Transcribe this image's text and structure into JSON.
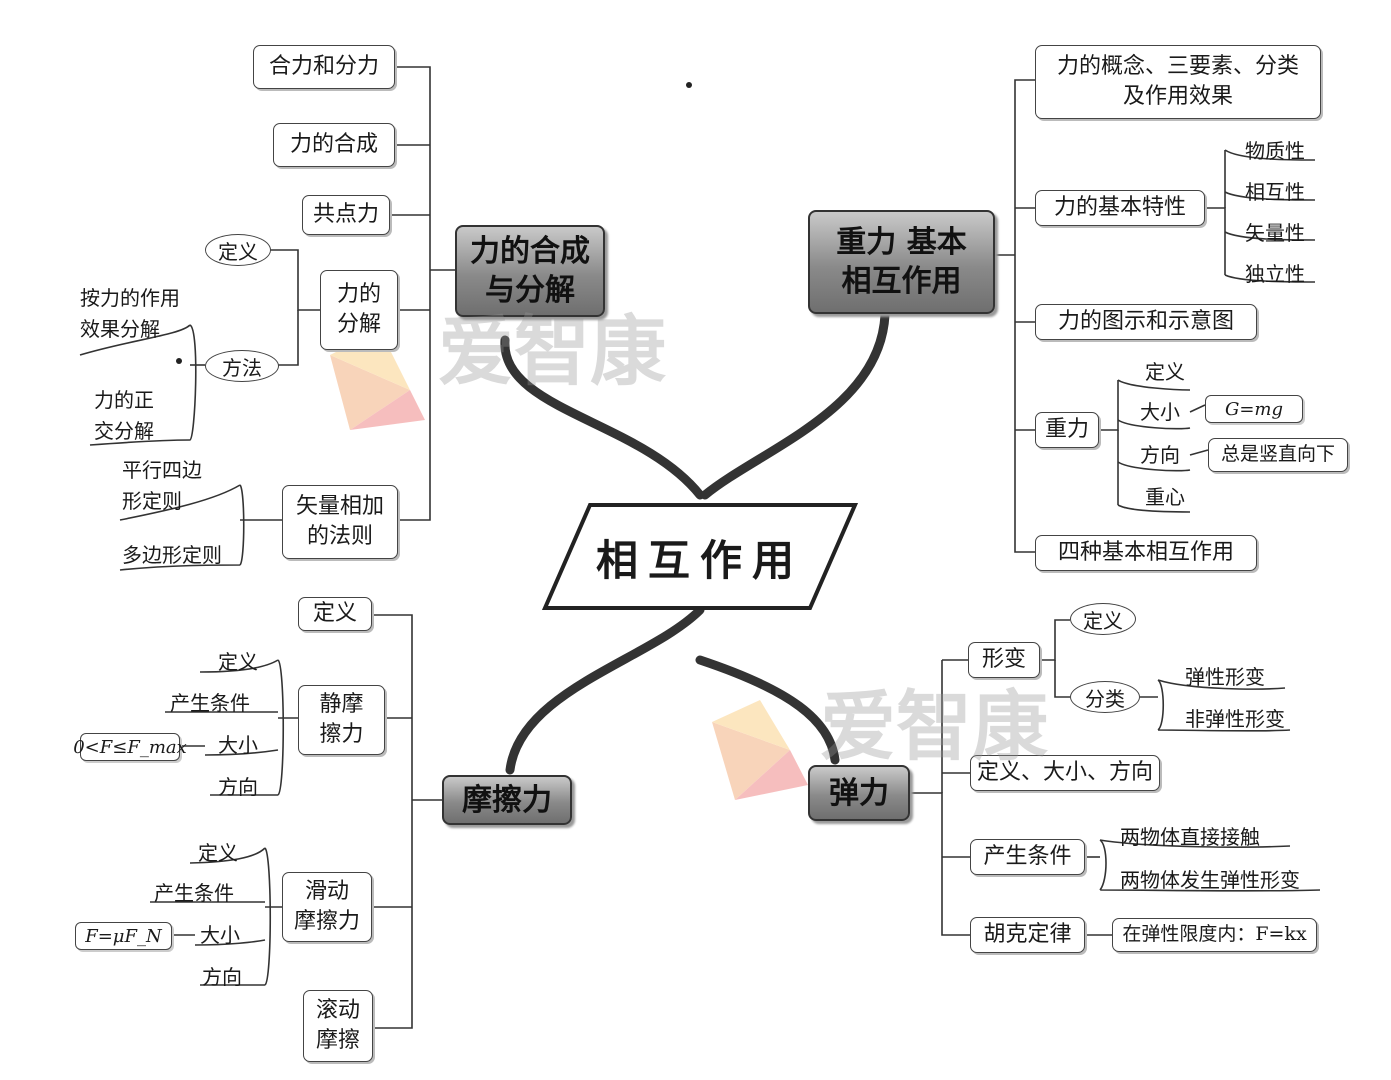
{
  "center": "相互作用",
  "hub_composition": "力的合成\n与分解",
  "hub_gravity": "重力  基本\n相互作用",
  "hub_friction": "摩擦力",
  "hub_elastic": "弹力",
  "composition": {
    "resultant": "合力和分力",
    "synthesis": "力的合成",
    "concurrent": "共点力",
    "decomposition": "力的\n分解",
    "def_oval": "定义",
    "method_oval": "方法",
    "method_a": "按力的作用\n效果分解",
    "method_b": "力的正\n交分解",
    "vector_rule": "矢量相加\n的法则",
    "rule_a": "平行四边\n形定则",
    "rule_b": "多边形定则"
  },
  "gravity": {
    "concept": "力的概念、三要素、分类\n及作用效果",
    "basic_props": "力的基本特性",
    "props": [
      "物质性",
      "相互性",
      "矢量性",
      "独立性"
    ],
    "diagram": "力的图示和示意图",
    "gravity": "重力",
    "g_def": "定义",
    "g_size": "大小",
    "g_formula": "G=mg",
    "g_dir": "方向",
    "g_dir_text": "总是竖直向下",
    "g_center": "重心",
    "four": "四种基本相互作用"
  },
  "friction": {
    "def": "定义",
    "static": "静摩\n擦力",
    "static_items": [
      "定义",
      "产生条件",
      "大小",
      "方向"
    ],
    "static_formula": "0<F≤F_max",
    "sliding": "滑动\n摩擦力",
    "sliding_items": [
      "定义",
      "产生条件",
      "大小",
      "方向"
    ],
    "sliding_formula": "F=μF_N",
    "rolling": "滚动\n摩擦"
  },
  "elastic": {
    "deform": "形变",
    "def_oval": "定义",
    "class_oval": "分类",
    "class_a": "弹性形变",
    "class_b": "非弹性形变",
    "def_size_dir": "定义、大小、方向",
    "cond": "产生条件",
    "cond_a": "两物体直接接触",
    "cond_b": "两物体发生弹性形变",
    "hooke": "胡克定律",
    "hooke_text": "在弹性限度内：F=kx"
  },
  "watermark": "爱智康"
}
